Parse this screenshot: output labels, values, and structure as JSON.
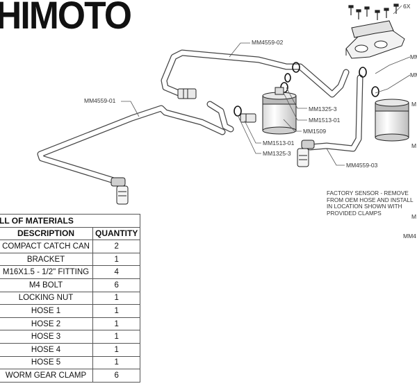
{
  "logo": {
    "text": "HIMOTO"
  },
  "part_labels": [
    {
      "id": "hose-02",
      "text": "MM4559-02"
    },
    {
      "id": "hose-01",
      "text": "MM4559-01"
    },
    {
      "id": "clamp-upper",
      "text": "MM1325-3"
    },
    {
      "id": "fitting-upper",
      "text": "MM1513-01"
    },
    {
      "id": "can-center",
      "text": "MM1509"
    },
    {
      "id": "fitting-lower",
      "text": "MM1513-01"
    },
    {
      "id": "clamp-lower",
      "text": "MM1325-3"
    },
    {
      "id": "hose-03",
      "text": "MM4559-03"
    },
    {
      "id": "bolts",
      "text": "6X"
    },
    {
      "id": "edge-1",
      "text": "MM"
    },
    {
      "id": "edge-2",
      "text": "MM"
    },
    {
      "id": "edge-3",
      "text": "M"
    },
    {
      "id": "edge-4",
      "text": "M"
    },
    {
      "id": "edge-5",
      "text": "M"
    },
    {
      "id": "edge-6",
      "text": "MM4"
    }
  ],
  "note": {
    "lines": [
      "FACTORY SENSOR - REMOVE",
      "FROM OEM HOSE AND INSTALL",
      "IN LOCATION SHOWN WITH",
      "PROVIDED CLAMPS"
    ]
  },
  "bom": {
    "title": "LL OF MATERIALS",
    "col_description": "DESCRIPTION",
    "col_quantity": "QUANTITY",
    "rows": [
      {
        "description": "COMPACT CATCH CAN",
        "quantity": "2"
      },
      {
        "description": "BRACKET",
        "quantity": "1"
      },
      {
        "description": "M16X1.5 - 1/2\" FITTING",
        "quantity": "4"
      },
      {
        "description": "M4 BOLT",
        "quantity": "6"
      },
      {
        "description": "LOCKING NUT",
        "quantity": "1"
      },
      {
        "description": "HOSE 1",
        "quantity": "1"
      },
      {
        "description": "HOSE 2",
        "quantity": "1"
      },
      {
        "description": "HOSE 3",
        "quantity": "1"
      },
      {
        "description": "HOSE 4",
        "quantity": "1"
      },
      {
        "description": "HOSE 5",
        "quantity": "1"
      },
      {
        "description": "WORM GEAR CLAMP",
        "quantity": "6"
      }
    ]
  }
}
